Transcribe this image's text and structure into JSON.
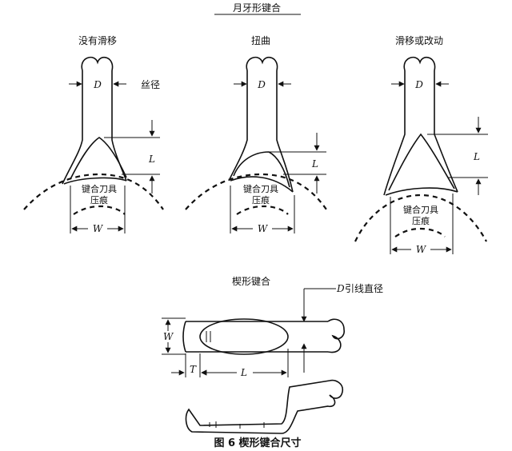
{
  "header": {
    "title": "月牙形键合"
  },
  "panels": [
    {
      "title": "没有滑移",
      "d_label": "D",
      "l_label": "L",
      "w_label": "W",
      "wire_label": "丝径",
      "tool_label_1": "键合刀具",
      "tool_label_2": "压痕"
    },
    {
      "title": "扭曲",
      "d_label": "D",
      "l_label": "L",
      "w_label": "W",
      "tool_label_1": "键合刀具",
      "tool_label_2": "压痕"
    },
    {
      "title": "滑移或改动",
      "d_label": "D",
      "l_label": "L",
      "w_label": "W",
      "tool_label_1": "键合刀具",
      "tool_label_2": "压痕"
    }
  ],
  "wedge": {
    "title": "楔形键合",
    "lead_italic": "D",
    "lead_text": "引线直径",
    "w_label": "W",
    "t_label": "T",
    "l_label": "L"
  },
  "caption": {
    "text": "图 6  楔形键合尺寸"
  }
}
